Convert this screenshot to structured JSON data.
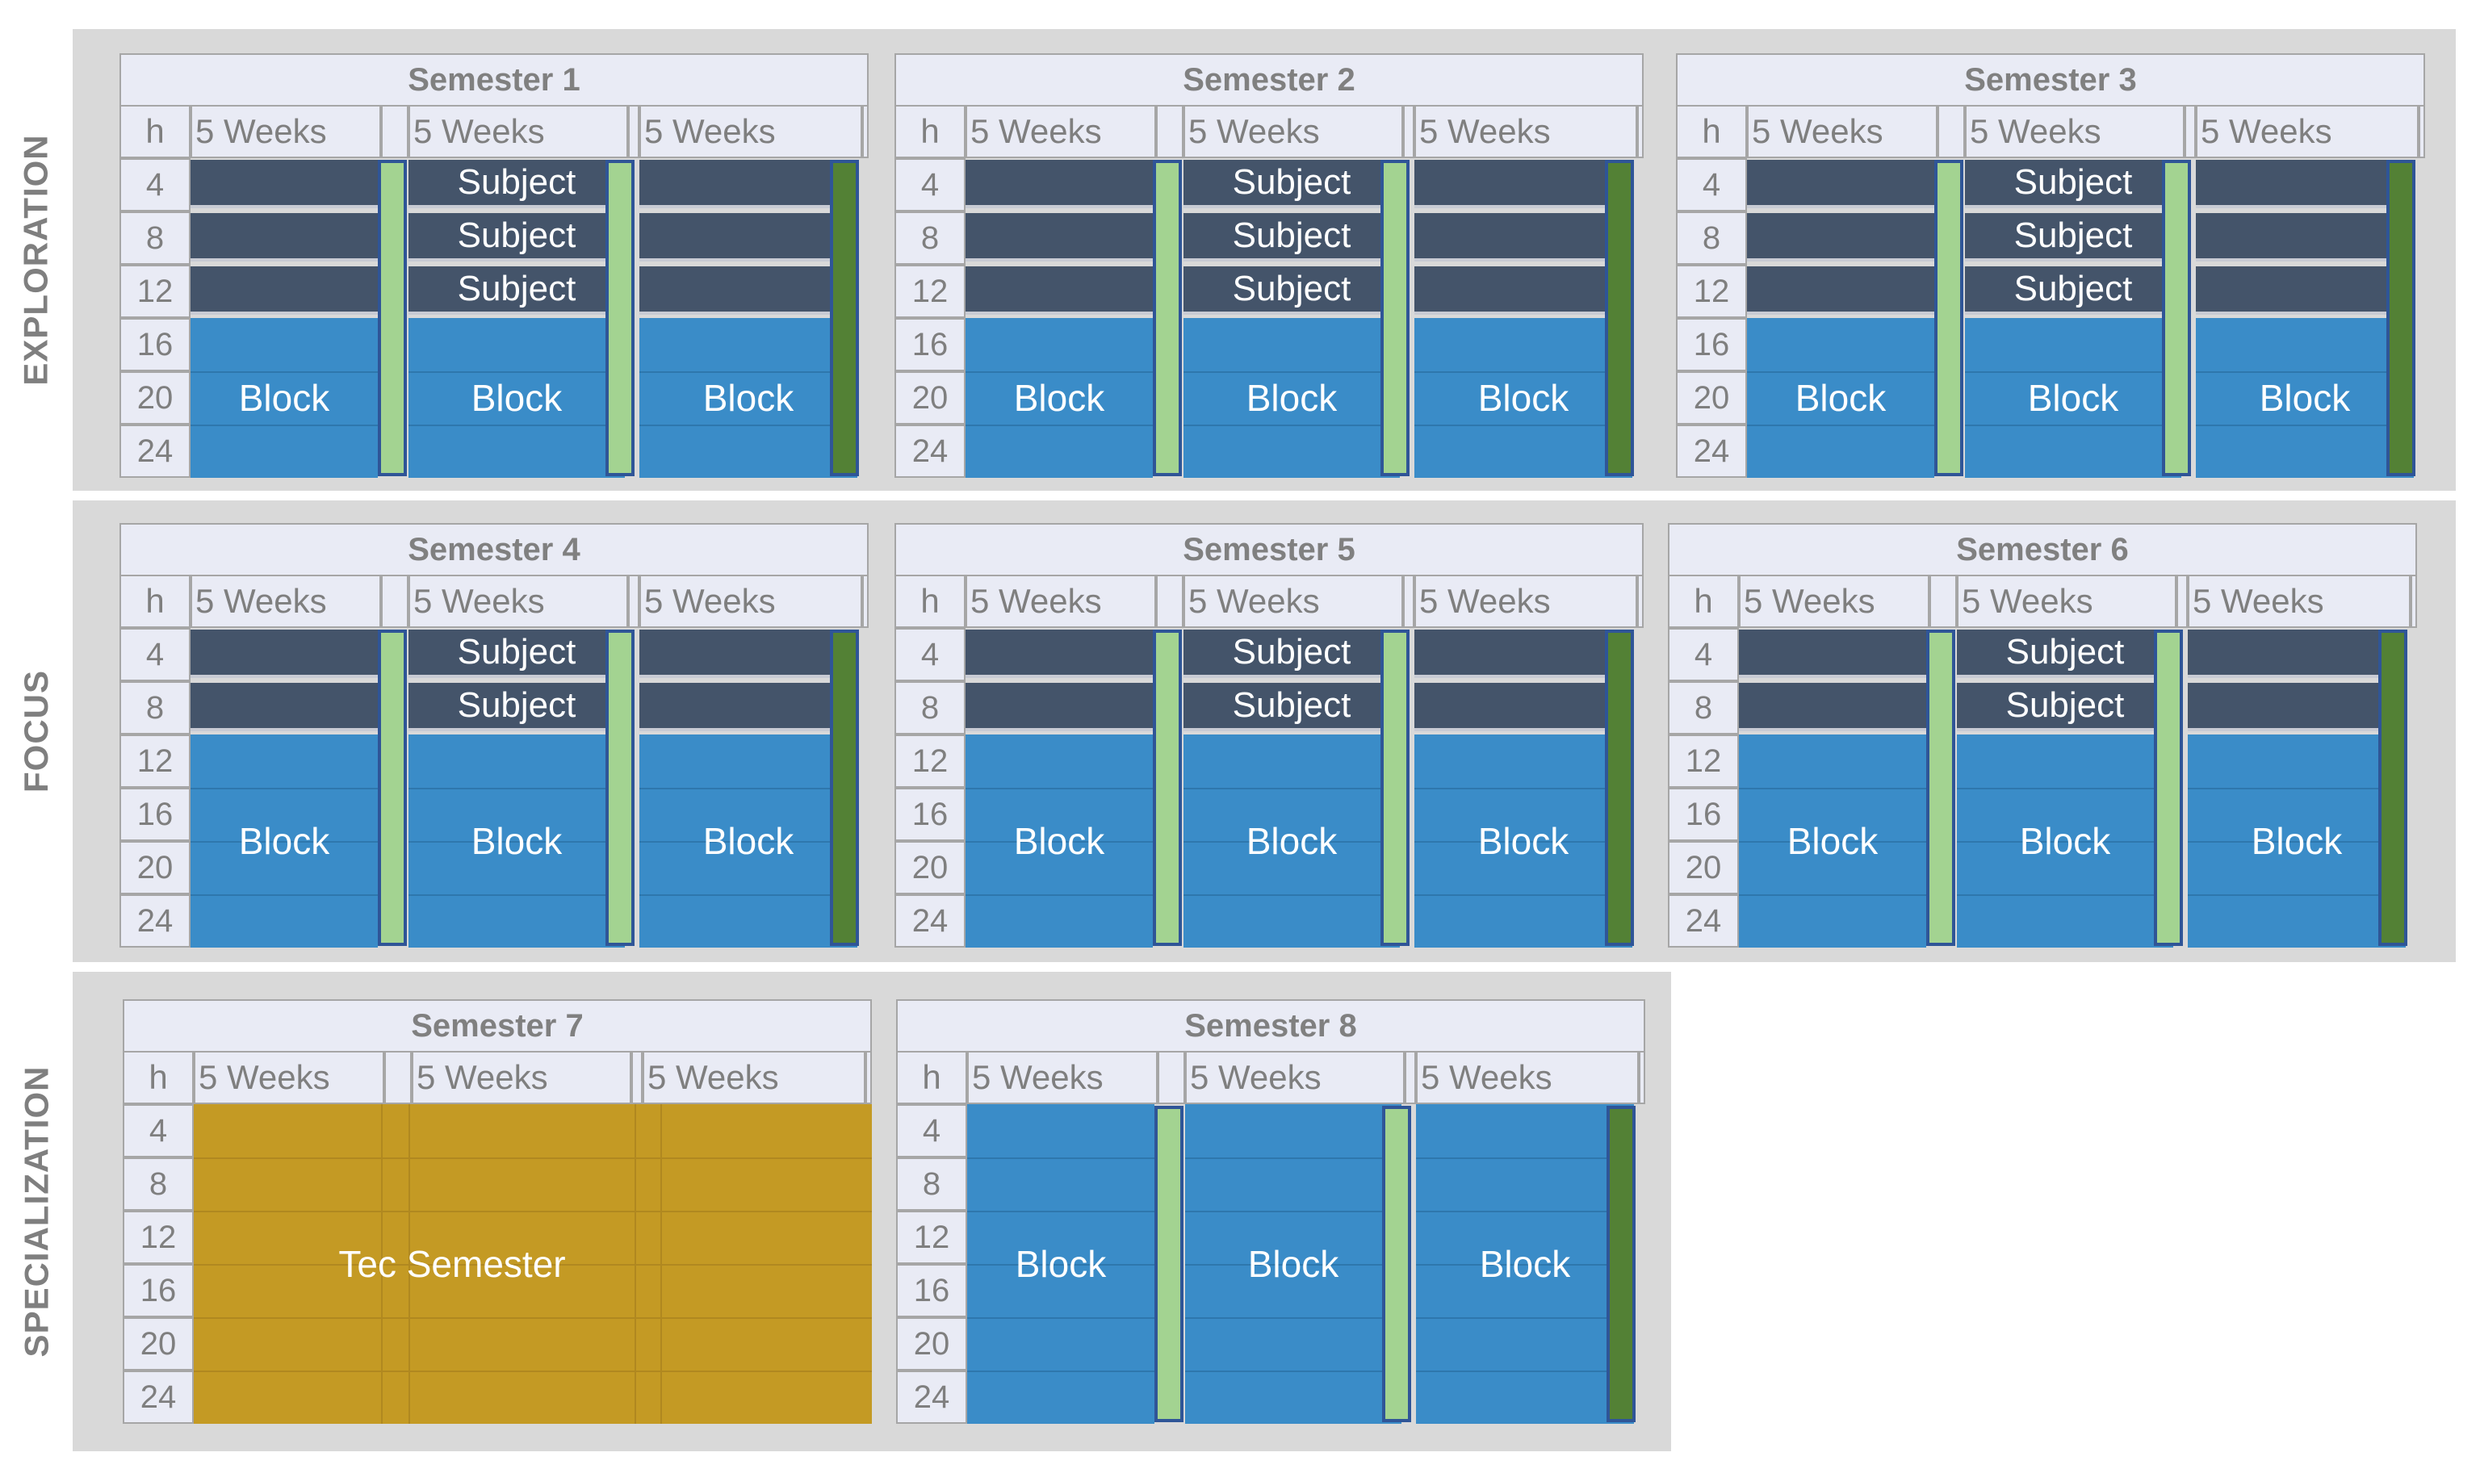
{
  "bands": [
    {
      "label": "EXPLORATION"
    },
    {
      "label": "FOCUS"
    },
    {
      "label": "SPECIALIZATION"
    }
  ],
  "col_header_h": "h",
  "period_label": "5 Weeks",
  "semesters": [
    {
      "title": "Semester 1",
      "hours": [
        "4",
        "8",
        "12",
        "16",
        "20",
        "24"
      ],
      "subject_label": "Subject",
      "subjects": 3,
      "block_label": "Block"
    },
    {
      "title": "Semester 2",
      "hours": [
        "4",
        "8",
        "12",
        "16",
        "20",
        "24"
      ],
      "subject_label": "Subject",
      "subjects": 3,
      "block_label": "Block"
    },
    {
      "title": "Semester 3",
      "hours": [
        "4",
        "8",
        "12",
        "16",
        "20",
        "24"
      ],
      "subject_label": "Subject",
      "subjects": 3,
      "block_label": "Block"
    },
    {
      "title": "Semester 4",
      "hours": [
        "4",
        "8",
        "12",
        "16",
        "20",
        "24"
      ],
      "subject_label": "Subject",
      "subjects": 2,
      "block_label": "Block"
    },
    {
      "title": "Semester 5",
      "hours": [
        "4",
        "8",
        "12",
        "16",
        "20",
        "24"
      ],
      "subject_label": "Subject",
      "subjects": 2,
      "block_label": "Block"
    },
    {
      "title": "Semester 6",
      "hours": [
        "4",
        "8",
        "12",
        "16",
        "20",
        "24"
      ],
      "subject_label": "Subject",
      "subjects": 2,
      "block_label": "Block"
    },
    {
      "title": "Semester 7",
      "hours": [
        "4",
        "8",
        "12",
        "16",
        "20",
        "24"
      ],
      "tec_label": "Tec Semester"
    },
    {
      "title": "Semester 8",
      "hours": [
        "4",
        "8",
        "12",
        "16",
        "20",
        "24"
      ],
      "subjects": 0,
      "block_label": "Block"
    }
  ],
  "colors": {
    "band_bg": "#d9d9d9",
    "header_bg": "#e9ebf5",
    "subject": "#44546a",
    "block": "#3a8cc8",
    "week_break": "#a3d391",
    "semester_end": "#538135",
    "tec_semester": "#c49a24",
    "bar_outline": "#2f5597"
  }
}
